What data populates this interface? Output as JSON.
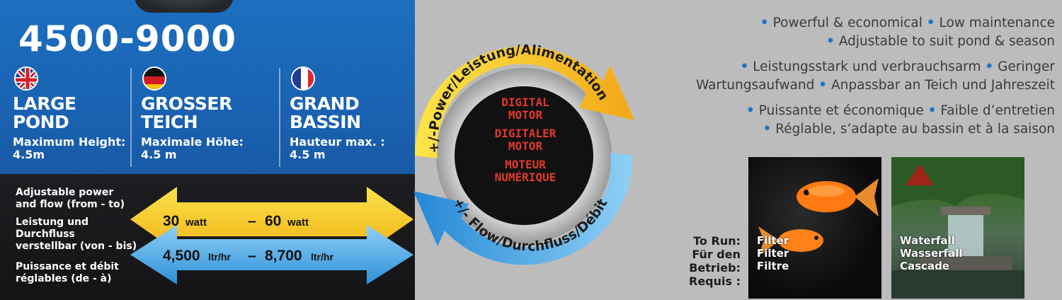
{
  "model": "4500-9000",
  "languages": [
    {
      "flag": "uk-flag-icon",
      "name_line1": "LARGE",
      "name_line2": "POND",
      "height_label": "Maximum Height:",
      "height_value": "4.5m"
    },
    {
      "flag": "german-flag-icon",
      "name_line1": "GROSSER",
      "name_line2": "TEICH",
      "height_label": "Maximale Höhe:",
      "height_value": "4.5 m"
    },
    {
      "flag": "french-flag-icon",
      "name_line1": "GRAND",
      "name_line2": "BASSIN",
      "height_label": "Hauteur max. :",
      "height_value": "4.5 m"
    }
  ],
  "flow_text": {
    "en_line1": "Adjustable power",
    "en_line2": "and flow (from - to)",
    "de_line1": "Leistung und",
    "de_line2": "Durchfluss",
    "de_line3": "verstellbar (von - bis)",
    "fr_line1": "Puissance et débit",
    "fr_line2": "réglables (de - à)"
  },
  "power": {
    "min": "30",
    "min_unit": "watt",
    "dash": "–",
    "max": "60",
    "max_unit": "watt"
  },
  "flow": {
    "min": "4,500",
    "min_unit": "ltr/hr",
    "dash": "–",
    "max": "8,700",
    "max_unit": "ltr/hr"
  },
  "circle": {
    "top_label": "+/-Power/Leistung/Alimentation",
    "bottom_label": "+/- Flow/Durchfluss/Débit",
    "display_lines": [
      "DIGITAL",
      "MOTOR",
      "DIGITALER",
      "MOTOR",
      "MOTEUR",
      "NUMÉRIQUE"
    ]
  },
  "features": {
    "en_line1_a": "Powerful & economical",
    "en_line1_b": "Low maintenance",
    "en_line2": "Adjustable to suit pond & season",
    "de_line1_a": "Leistungsstark und verbrauchsarm",
    "de_line1_b": "Geringer",
    "de_line2_a": "Wartungsaufwand",
    "de_line2_b": "Anpassbar an Teich und Jahreszeit",
    "fr_line1_a": "Puissante et économique",
    "fr_line1_b": "Faible d’entretien",
    "fr_line2": "Réglable, s’adapte au bassin et à la saison",
    "bullet": "•"
  },
  "to_run": {
    "labels": [
      "To Run:",
      "Für den Betrieb:",
      "Requis :"
    ],
    "filter": [
      "Filter",
      "Filter",
      "Filtre"
    ],
    "waterfall": [
      "Waterfall",
      "Wasserfall",
      "Cascade"
    ]
  },
  "colors": {
    "blue": "#1a63b2",
    "yellow": "#f7cd1e",
    "lightblue": "#3ea0e6",
    "display_red": "#e0392c",
    "bullet": "#1a75c8"
  }
}
